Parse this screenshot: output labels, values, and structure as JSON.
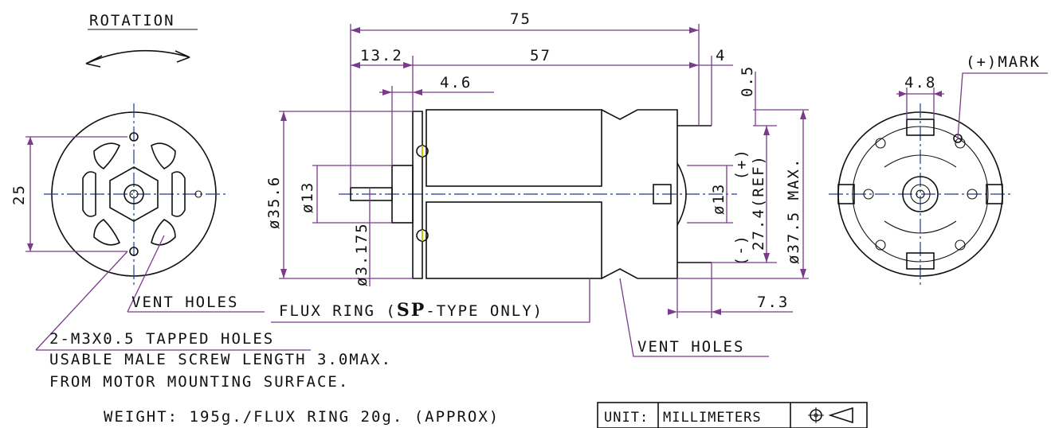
{
  "labels": {
    "rotation": "ROTATION",
    "dim_25": "25",
    "vent_holes_left": "VENT HOLES",
    "tapped_holes": "2-M3X0.5 TAPPED HOLES",
    "screw_length": "USABLE MALE SCREW LENGTH 3.0MAX.",
    "mount_surface": "FROM MOTOR MOUNTING SURFACE.",
    "weight": "WEIGHT: 195g./FLUX RING 20g. (APPROX)",
    "dim_75": "75",
    "dim_13_2": "13.2",
    "dim_57": "57",
    "dim_4": "4",
    "dim_4_6": "4.6",
    "dim_0_5": "0.5",
    "dim_dia35_6": "ø35.6",
    "dim_dia13_left": "ø13",
    "dim_dia3_175": "ø3.175",
    "flux_ring_pre": "FLUX RING (",
    "flux_ring_sp": "SP",
    "flux_ring_post": "-TYPE ONLY)",
    "vent_holes_right": "VENT HOLES",
    "plus": "(+)",
    "minus": "(-)",
    "dim_dia13_right": "ø13",
    "dim_27_4": "27.4(REF)",
    "dim_dia37_5": "ø37.5 MAX.",
    "dim_7_3": "7.3",
    "dim_4_8": "4.8",
    "plus_mark": "(+)MARK",
    "unit_label": "UNIT:",
    "unit_value": "MILLIMETERS"
  },
  "colors": {
    "dimension_lines": "#7a3b8c",
    "center_lines": "#1f3b8f",
    "outline": "#111111",
    "terminal_marks": "#c8c800"
  },
  "icons": [
    "rotation-arrow-icon",
    "projection-symbol-icon"
  ]
}
